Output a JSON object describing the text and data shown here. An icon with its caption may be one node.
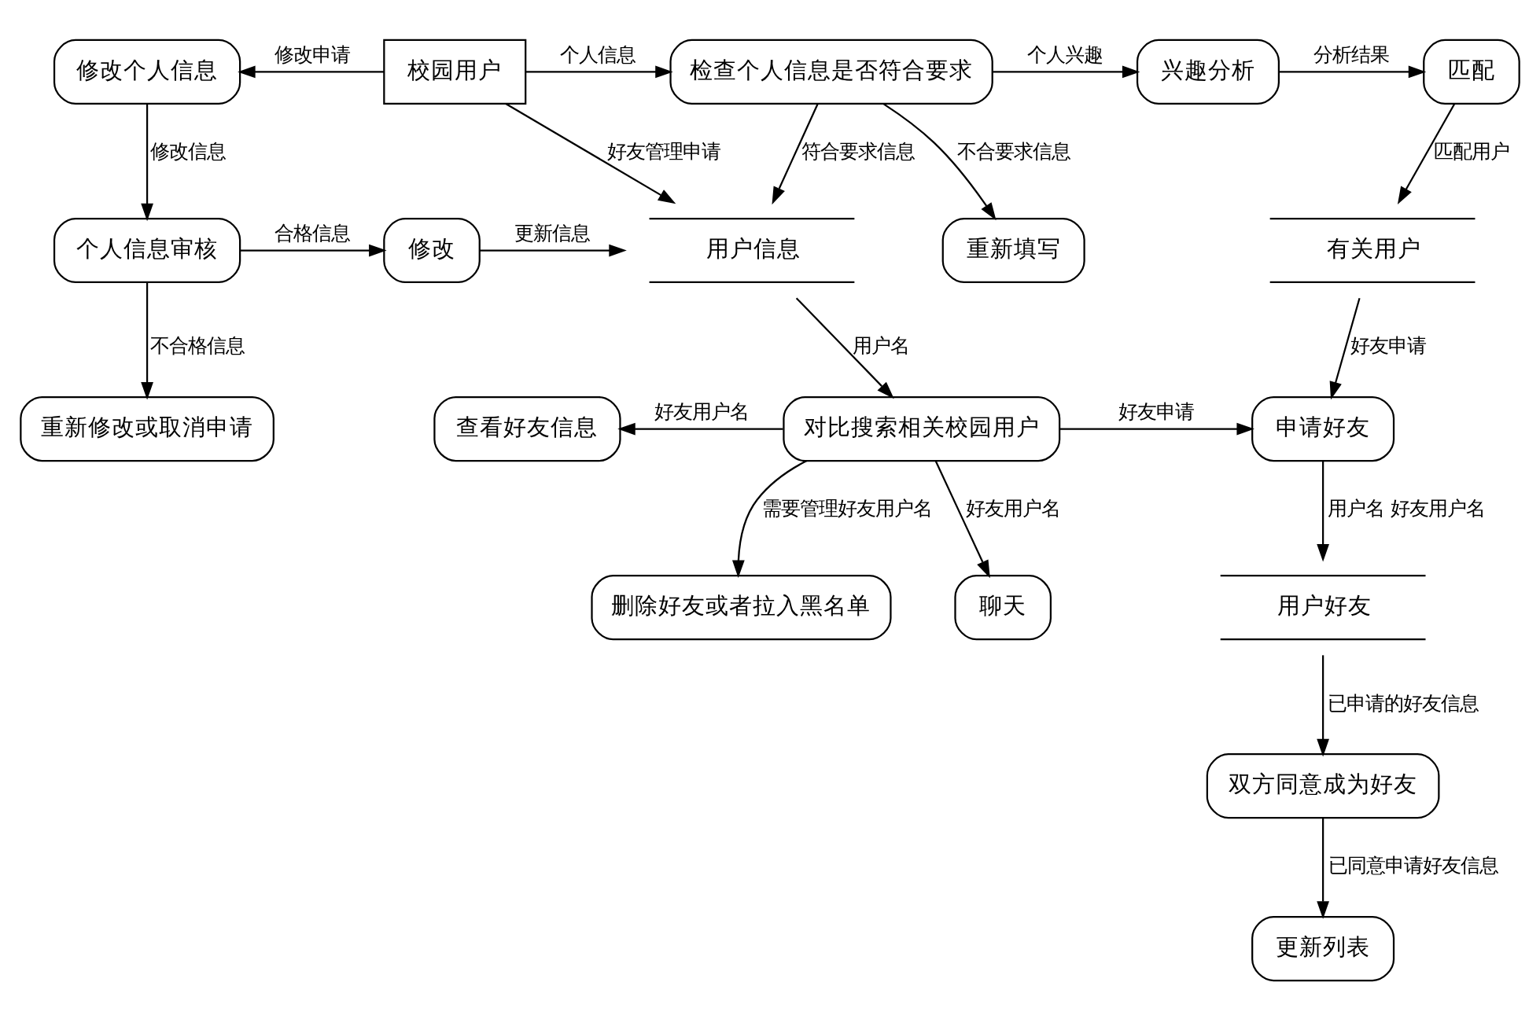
{
  "diagram": {
    "nodes": [
      {
        "text": [
          "重新填写"
        ]
      },
      {
        "text": [
          "修改个人信息"
        ]
      },
      {
        "text": [
          "校园用户"
        ]
      },
      {
        "text": [
          "检查个人信息是否符合要求"
        ]
      },
      {
        "text": [
          "兴趣分析"
        ]
      },
      {
        "text": [
          "匹配"
        ]
      },
      {
        "text": [
          "个人信息审核"
        ]
      },
      {
        "text": [
          "修改"
        ]
      },
      {
        "text": [
          "用户信息"
        ]
      },
      {
        "text": [
          "有关用户"
        ]
      },
      {
        "text": [
          "查看好友信息"
        ]
      },
      {
        "text": [
          "对比搜索相关校园用户"
        ]
      },
      {
        "text": [
          "申请好友"
        ]
      },
      {
        "text": [
          "聊天"
        ]
      },
      {
        "text": [
          "删除好友或者拉入黑名单"
        ]
      },
      {
        "text": [
          "用户好友"
        ]
      },
      {
        "text": [
          "重新修改或取消申请"
        ]
      },
      {
        "text": [
          "更新列表"
        ]
      },
      {
        "text": [
          "双方同意成为好友"
        ]
      }
    ],
    "edges": [
      {
        "from": 3,
        "to": 0,
        "arrow": "to",
        "label": "不合要求信息"
      },
      {
        "from": 2,
        "to": 1,
        "arrow": "to",
        "label": "修改申请"
      },
      {
        "from": 2,
        "to": 3,
        "arrow": "to",
        "label": "个人信息"
      },
      {
        "from": 3,
        "to": 4,
        "arrow": "to",
        "label": "个人兴趣"
      },
      {
        "from": 4,
        "to": 5,
        "arrow": "to",
        "label": "分析结果"
      },
      {
        "from": 1,
        "to": 6,
        "arrow": "to",
        "label": "修改信息"
      },
      {
        "from": 2,
        "to": 8,
        "arrow": "to",
        "label": "好友管理申请"
      },
      {
        "from": 3,
        "to": 8,
        "arrow": "to",
        "label": "符合要求信息"
      },
      {
        "from": 6,
        "to": 7,
        "arrow": "to",
        "label": "合格信息"
      },
      {
        "from": 7,
        "to": 8,
        "arrow": "to",
        "label": "更新信息"
      },
      {
        "from": 6,
        "to": 16,
        "arrow": "to",
        "label": "不合格信息"
      },
      {
        "from": 5,
        "to": 9,
        "arrow": "to",
        "label": "匹配用户"
      },
      {
        "from": 8,
        "to": 11,
        "arrow": "to",
        "label": "用户名"
      },
      {
        "from": 9,
        "to": 12,
        "arrow": "to",
        "label": "好友申请"
      },
      {
        "from": 11,
        "to": 10,
        "arrow": "to",
        "label": "好友用户名"
      },
      {
        "from": 11,
        "to": 12,
        "arrow": "to",
        "label": "好友申请"
      },
      {
        "from": 11,
        "to": 13,
        "arrow": "to",
        "label": "好友用户名"
      },
      {
        "from": 11,
        "to": 14,
        "arrow": "to",
        "label": "需要管理好友用户名"
      },
      {
        "from": 12,
        "to": 15,
        "arrow": "to",
        "label": "用户名 好友用户名"
      },
      {
        "from": 15,
        "to": 18,
        "arrow": "to",
        "label": "已申请的好友信息"
      },
      {
        "from": 18,
        "to": 17,
        "arrow": "to",
        "label": "已同意申请好友信息"
      }
    ]
  }
}
